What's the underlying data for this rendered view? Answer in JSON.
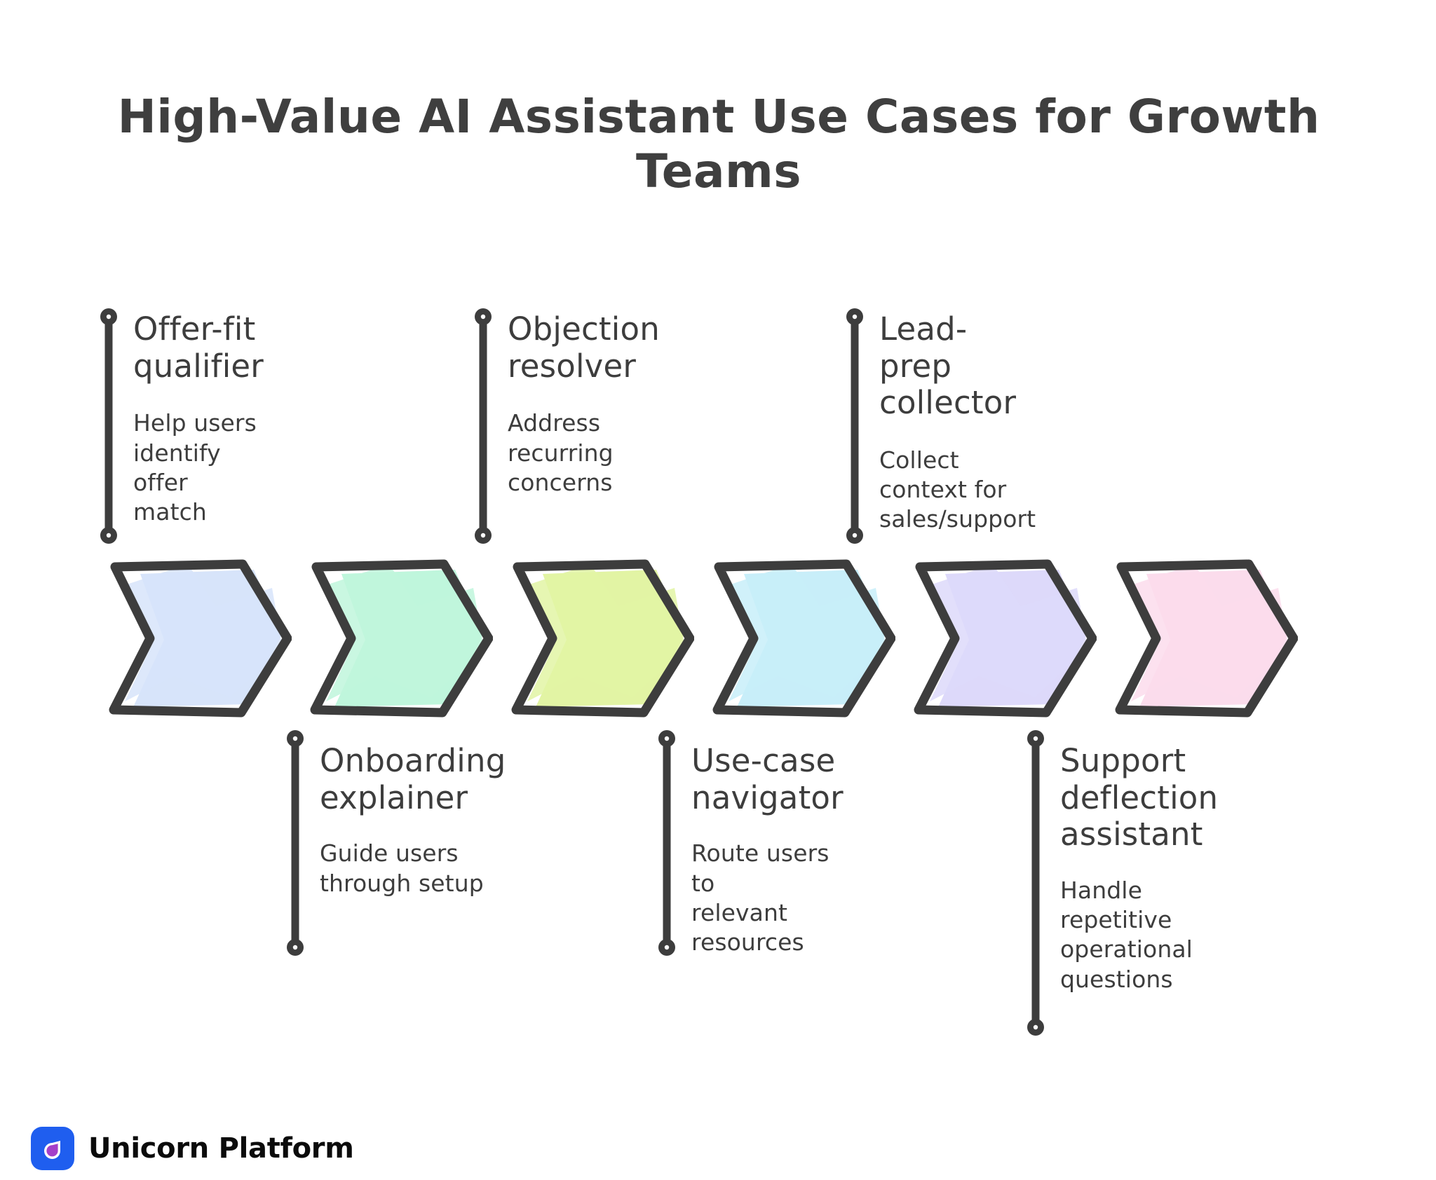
{
  "title": "High-Value AI Assistant Use Cases for Growth Teams",
  "colors": {
    "stroke": "#3d3d3d",
    "text": "#3d3d3d",
    "title": "#3f3f3f",
    "background": "#ffffff",
    "brand_tile": "#1f5eef",
    "brand_drop": "#a43fc9",
    "brand_text": "#0b0b0b"
  },
  "steps": [
    {
      "index": 1,
      "heading": "Offer-fit\nqualifier",
      "description": "Help users identify\noffer match",
      "fill": "#d7e4fa",
      "position": "top"
    },
    {
      "index": 2,
      "heading": "Onboarding\nexplainer",
      "description": "Guide users\nthrough setup",
      "fill": "#bff6dc",
      "position": "bottom"
    },
    {
      "index": 3,
      "heading": "Objection\nresolver",
      "description": "Address recurring\nconcerns",
      "fill": "#e2f4a4",
      "position": "top"
    },
    {
      "index": 4,
      "heading": "Use-case\nnavigator",
      "description": "Route users to\nrelevant resources",
      "fill": "#c8eef9",
      "position": "bottom"
    },
    {
      "index": 5,
      "heading": "Lead-prep\ncollector",
      "description": "Collect context for\nsales/support",
      "fill": "#ddd9fa",
      "position": "top"
    },
    {
      "index": 6,
      "heading": "Support\ndeflection\nassistant",
      "description": "Handle repetitive\noperational\nquestions",
      "fill": "#fbdcec",
      "position": "bottom"
    }
  ],
  "brand": {
    "name": "Unicorn Platform",
    "logo_icon": "unicorn-droplet-logo"
  }
}
